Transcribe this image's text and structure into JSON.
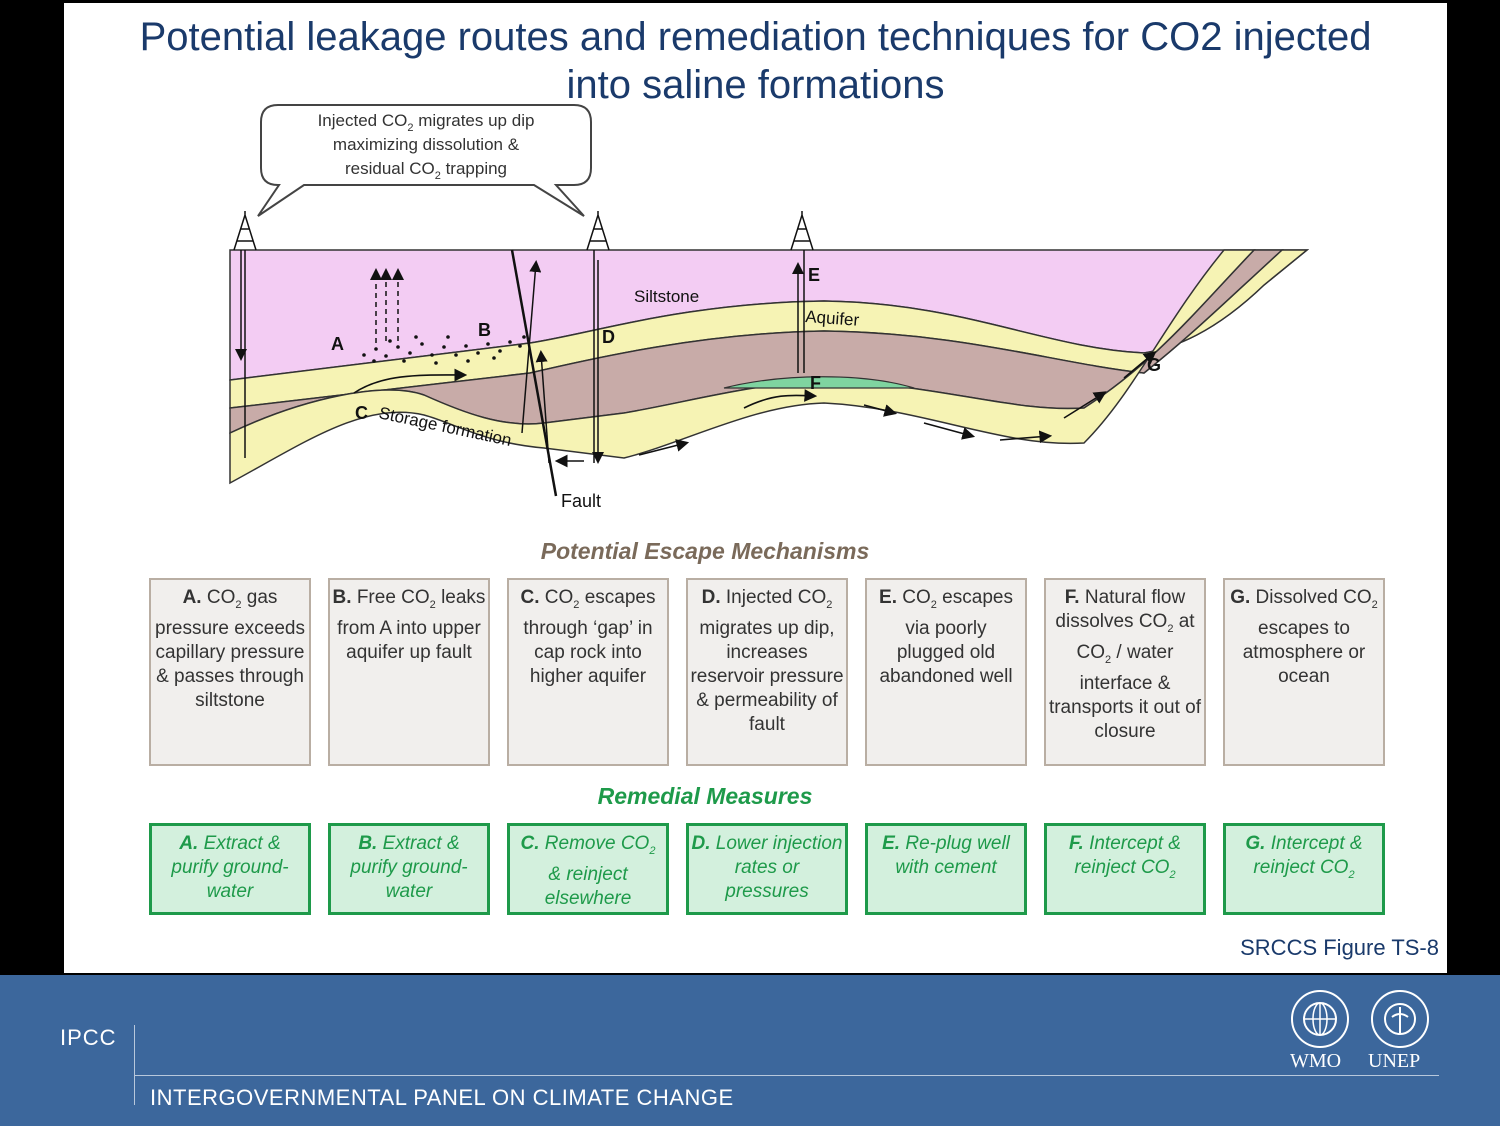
{
  "title": {
    "line1": "Potential leakage routes and remediation techniques for CO2 injected",
    "line2": "into saline formations"
  },
  "callout": {
    "line1_pre": "Injected  CO",
    "line1_sub": "2",
    "line1_post": " migrates up dip",
    "line2": "maximizing dissolution &",
    "line3_pre": "residual CO",
    "line3_sub": "2",
    "line3_post": " trapping"
  },
  "diagram_labels": {
    "siltstone": "Siltstone",
    "aquifer": "Aquifer",
    "storage": "Storage formation",
    "fault": "Fault",
    "a": "A",
    "b": "B",
    "c": "C",
    "d": "D",
    "e": "E",
    "f": "F",
    "g": "G"
  },
  "escape_heading": "Potential Escape Mechanisms",
  "remedial_heading": "Remedial Measures",
  "escape_boxes": [
    {
      "letter": "A.",
      "parts": [
        " CO",
        "2",
        " gas pressure exceeds capillary pressure & passes through siltstone"
      ]
    },
    {
      "letter": "B.",
      "parts": [
        " Free CO",
        "2",
        " leaks from A into upper aquifer up fault"
      ]
    },
    {
      "letter": "C.",
      "parts": [
        " CO",
        "2",
        " escapes through ‘gap’ in cap rock into higher aquifer"
      ]
    },
    {
      "letter": "D.",
      "parts": [
        " Injected CO",
        "2",
        " migrates up dip, increases reservoir pressure & permeability of fault"
      ]
    },
    {
      "letter": "E.",
      "parts": [
        " CO",
        "2",
        " escapes via poorly plugged old abandoned well"
      ]
    },
    {
      "letter": "F.",
      "parts": [
        " Natural flow dissolves CO",
        "2",
        " at CO",
        "2",
        "  / water interface & transports it out of closure"
      ]
    },
    {
      "letter": "G.",
      "parts": [
        " Dissolved CO",
        "2",
        " escapes to atmosphere or ocean"
      ]
    }
  ],
  "remedial_boxes": [
    {
      "letter": "A.",
      "parts": [
        " Extract & purify ground-water"
      ]
    },
    {
      "letter": "B.",
      "parts": [
        " Extract & purify ground-water"
      ]
    },
    {
      "letter": "C.",
      "parts": "  Remove CO|2| & reinject elsewhere"
    },
    {
      "letter": "D.",
      "parts": [
        " Lower injection rates or pressures"
      ]
    },
    {
      "letter": "E.",
      "parts": [
        " Re-plug well with cement"
      ]
    },
    {
      "letter": "F.",
      "parts": [
        " Intercept & reinject CO",
        "2",
        ""
      ]
    },
    {
      "letter": "G.",
      "parts": [
        " Intercept & reinject CO",
        "2",
        ""
      ]
    }
  ],
  "figure_ref": "SRCCS Figure TS-8",
  "footer": {
    "ipcc": "IPCC",
    "org": "INTERGOVERNMENTAL PANEL ON CLIMATE CHANGE",
    "wmo": "WMO",
    "unep": "UNEP"
  },
  "colors": {
    "siltstone": "#f3ccf3",
    "aquifer": "#f6f3b4",
    "storage": "#c8aba8",
    "co2_pocket": "#7fd4a0",
    "title": "#1a3a6b",
    "remedial": "#1e9a4a",
    "footer": "#3c679c"
  }
}
